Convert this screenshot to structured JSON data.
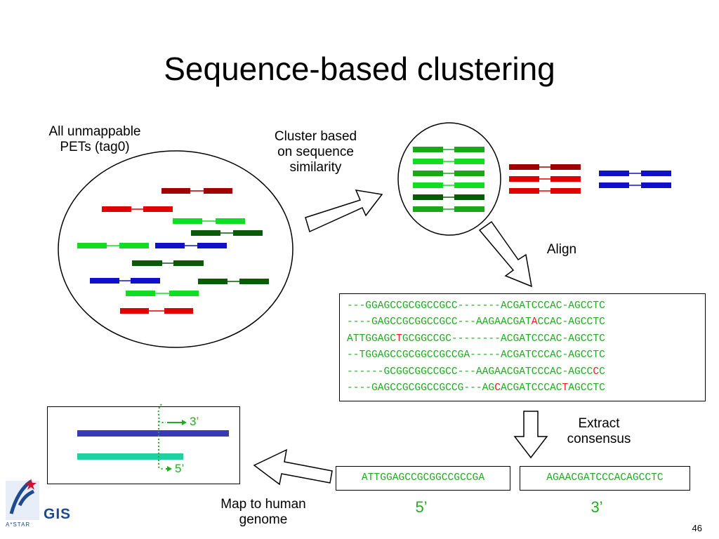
{
  "title": "Sequence-based clustering",
  "labels": {
    "all_unmappable_line1": "All unmappable",
    "all_unmappable_line2": "PETs (tag0)",
    "cluster_line1": "Cluster based",
    "cluster_line2": "on sequence",
    "cluster_line3": "similarity",
    "align": "Align",
    "extract_line1": "Extract",
    "extract_line2": "consensus",
    "map_line1": "Map to human",
    "map_line2": "genome",
    "three_prime": "3’",
    "five_prime": "5’",
    "map_three_prime": "3’",
    "map_five_prime": "5’"
  },
  "alignment": [
    [
      {
        "t": "---GGAGCCGCGGCCGCC-------ACGATCCCAC-AGCCTC"
      }
    ],
    [
      {
        "t": "----GAGCCGCGGCCGCC---AAGAACGAT"
      },
      {
        "t": "A",
        "hl": true
      },
      {
        "t": "CCAC-AGCCTC"
      }
    ],
    [
      {
        "t": "ATTGGAGC"
      },
      {
        "t": "T",
        "hl": true
      },
      {
        "t": "GCGGCCGC--------ACGATCCCAC-AGCCTC"
      }
    ],
    [
      {
        "t": "--TGGAGCCGCGGCCGCCGA-----ACGATCCCAC-AGCCTC"
      }
    ],
    [
      {
        "t": "------GCGGCGGCCGCC---AAGAACGATCCCAC-AGCC"
      },
      {
        "t": "C",
        "hl": true
      },
      {
        "t": "C"
      }
    ],
    [
      {
        "t": "----GAGCCGCGGCCGCCG---AG"
      },
      {
        "t": "C",
        "hl": true
      },
      {
        "t": "ACGATCCCAC"
      },
      {
        "t": "T",
        "hl": true
      },
      {
        "t": "AGCCTC"
      }
    ]
  ],
  "consensus": {
    "five_prime_seq": "ATTGGAGCCGCGGCCGCCGA",
    "three_prime_seq": "AGAACGATCCCACAGCCTC"
  },
  "logo": {
    "text": "GIS",
    "tagline": "A*STAR"
  },
  "page_number": "46",
  "colors": {
    "dark_red": "#a00000",
    "red": "#e00000",
    "light_green": "#11dd22",
    "dark_green": "#0a5a0a",
    "green": "#18a818",
    "blue": "#1010cc",
    "highlight": "#e52020",
    "seq_green": "#22aa22",
    "genome_blue": "#3a3ab8",
    "genome_teal": "#20d0a0"
  },
  "pets": {
    "all": [
      {
        "color": "dark_red"
      },
      {
        "color": "red"
      },
      {
        "color": "light_green"
      },
      {
        "color": "dark_green"
      },
      {
        "color": "light_green"
      },
      {
        "color": "blue"
      },
      {
        "color": "dark_green"
      },
      {
        "color": "blue"
      },
      {
        "color": "dark_green"
      },
      {
        "color": "light_green"
      },
      {
        "color": "red"
      }
    ],
    "green_cluster": [
      {
        "color": "green"
      },
      {
        "color": "light_green"
      },
      {
        "color": "green"
      },
      {
        "color": "light_green"
      },
      {
        "color": "dark_green"
      },
      {
        "color": "green"
      }
    ],
    "red_cluster": [
      {
        "color": "dark_red"
      },
      {
        "color": "red"
      },
      {
        "color": "red"
      }
    ],
    "blue_cluster": [
      {
        "color": "blue"
      },
      {
        "color": "blue"
      }
    ]
  }
}
